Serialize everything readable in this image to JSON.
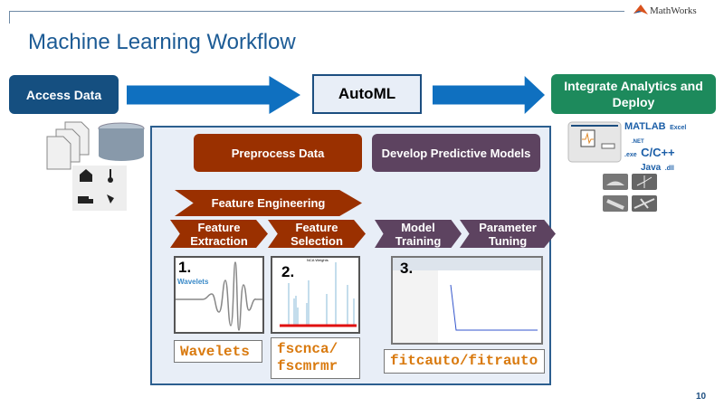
{
  "brand": {
    "name": "MathWorks"
  },
  "title": "Machine Learning Workflow",
  "flow": {
    "access": "Access Data",
    "automl": "AutoML",
    "deploy": "Integrate Analytics and Deploy"
  },
  "panel": {
    "preprocess": "Preprocess Data",
    "develop": "Develop Predictive Models",
    "feature_engineering": "Feature Engineering",
    "steps": [
      {
        "line1": "Feature",
        "line2": "Extraction"
      },
      {
        "line1": "Feature",
        "line2": "Selection"
      },
      {
        "line1": "Model",
        "line2": "Training"
      },
      {
        "line1": "Parameter",
        "line2": "Tuning"
      }
    ],
    "thumbs": [
      {
        "num": "1.",
        "label": "Wavelets"
      },
      {
        "num": "2.",
        "label": "NCA Weights"
      },
      {
        "num": "3."
      }
    ],
    "code": [
      "Wavelets",
      "fscnca/",
      "fscmrmr",
      "fitcauto/fitrauto"
    ]
  },
  "deploy_targets": {
    "matlab": "MATLAB",
    "excel": "Excel",
    "net": ".NET",
    "exe": ".exe",
    "cpp": "C/C++",
    "java": "Java",
    "dll": ".dll"
  },
  "page_number": "10",
  "colors": {
    "access": "#154f80",
    "arrow": "#0f70c0",
    "deploy": "#1d8a5c",
    "rust": "#9a3000",
    "plum": "#5d4360",
    "code": "#d97a0f"
  }
}
